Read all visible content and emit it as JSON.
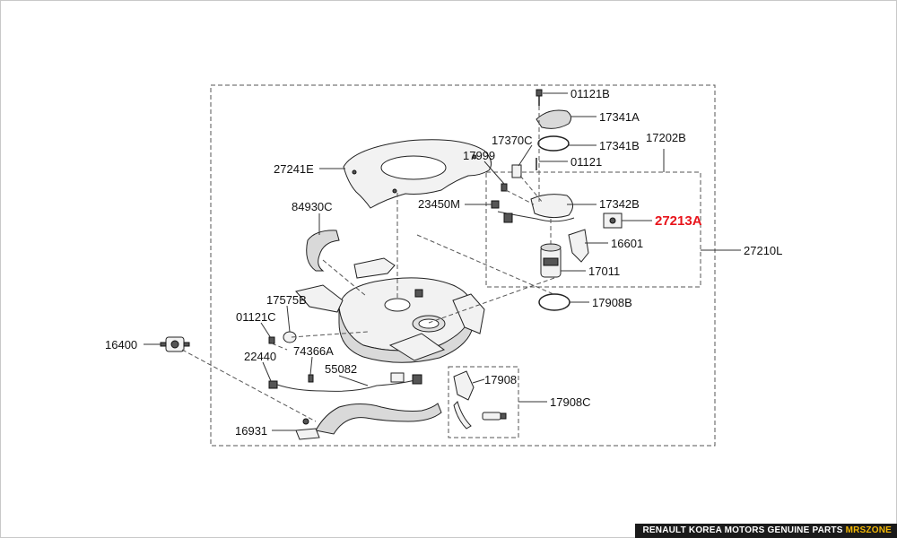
{
  "diagram": {
    "part_numbers": {
      "p01121B": "01121B",
      "p17341A": "17341A",
      "p17370C": "17370C",
      "p17341B": "17341B",
      "p17202B": "17202B",
      "p17999": "17999",
      "p01121": "01121",
      "p27241E": "27241E",
      "p23450M": "23450M",
      "p17342B": "17342B",
      "p84930C": "84930C",
      "p27213A": "27213A",
      "p16601": "16601",
      "p27210L": "27210L",
      "p17011": "17011",
      "p17575B": "17575B",
      "p17908B": "17908B",
      "p01121C": "01121C",
      "p16400": "16400",
      "p22440": "22440",
      "p74366A": "74366A",
      "p55082": "55082",
      "p17908": "17908",
      "p17908C": "17908C",
      "p16931": "16931"
    },
    "highlight_color": "#e8141b"
  },
  "watermark": {
    "main": "RENAULT KOREA MOTORS GENUINE PARTS",
    "site": "MRSZONE"
  }
}
